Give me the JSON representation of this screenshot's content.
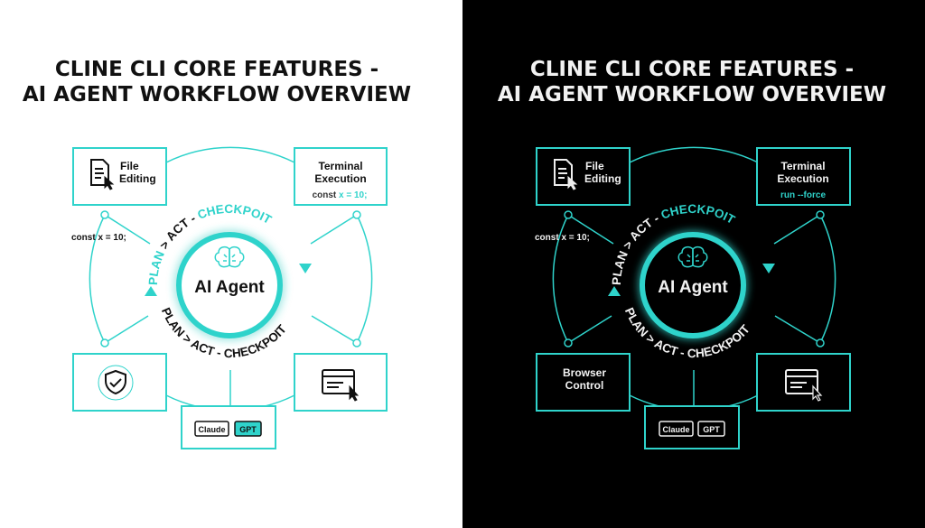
{
  "colors": {
    "accent": "#2fd3cb",
    "light_bg": "#ffffff",
    "dark_bg": "#000000",
    "light_text": "#111111",
    "dark_text": "#f2f2f2"
  },
  "light": {
    "title_line1": "CLINE CLI CORE FEATURES -",
    "title_line2": "AI AGENT WORKFLOW OVERVIEW",
    "file_editing": [
      "File",
      "Editing"
    ],
    "terminal": [
      "Terminal",
      "Execution"
    ],
    "terminal_code_prefix": "const ",
    "terminal_code_highlight": "x = 10;",
    "side_code": "const x = 10;",
    "agent_label": "AI Agent",
    "arc_top": {
      "plan": "PLAN",
      "act": " > ACT - ",
      "checkpoint": "CHECKPOIT"
    },
    "arc_bottom": "PLAN > ACT - CHECKPOIT",
    "models": [
      "Claude",
      "GPT"
    ],
    "icons": [
      "file-edit-icon",
      "brain-icon",
      "shield-check-icon",
      "browser-cursor-icon"
    ]
  },
  "dark": {
    "title_line1": "CLINE CLI CORE FEATURES -",
    "title_line2": "AI AGENT WORKFLOW OVERVIEW",
    "file_editing": [
      "File",
      "Editing"
    ],
    "terminal": [
      "Terminal",
      "Execution"
    ],
    "terminal_code": "run --force",
    "side_code": "const x = 10;",
    "agent_label": "AI Agent",
    "arc_top": {
      "plan": "PLAN",
      "act": " > ACT - ",
      "checkpoint": "CHECKPOIT"
    },
    "arc_bottom": "PLAN > ACT - CHECKPOIT",
    "browser_control": [
      "Browser",
      "Control"
    ],
    "models": [
      "Claude",
      "GPT"
    ],
    "icons": [
      "file-edit-icon",
      "brain-icon",
      "browser-cursor-icon"
    ]
  }
}
